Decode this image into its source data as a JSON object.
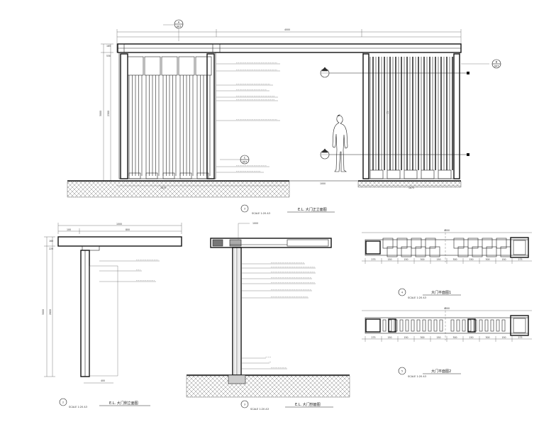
{
  "elevation": {
    "span_top": "4000",
    "markers": [
      {
        "num": "A",
        "sheet": "907"
      },
      {
        "num": "B",
        "sheet": "907"
      },
      {
        "num": "C",
        "sheet": "907"
      }
    ],
    "dims_left": [
      "185",
      "530",
      "2300",
      "3000"
    ],
    "dims_bottom": [
      "1875",
      "1000",
      "1875"
    ]
  },
  "legend": [
    {
      "num": "3",
      "title": "E.L. 大门正立面图",
      "scale": "SCALE 1:20 A3"
    },
    {
      "num": "2",
      "title": "E.L. 大门侧立面图",
      "scale": "SCALE 1:20 A3"
    },
    {
      "num": "3",
      "title": "E.L. 大门剖面图",
      "scale": "SCALE 1:20 A3"
    },
    {
      "num": "4",
      "title": "大门平面图1",
      "scale": "SCALE 1:20 A3"
    },
    {
      "num": "5",
      "title": "大门平面图2",
      "scale": "SCALE 1:20 A3"
    }
  ],
  "side": {
    "dim_top": "1000",
    "dims_top_split": [
      "100",
      "800"
    ],
    "dims_left": [
      "160",
      "220",
      "2600",
      "3000"
    ],
    "dim_bottom": "400"
  },
  "section": {
    "dim_top": "1000"
  },
  "plans": {
    "dim_total": "4000",
    "dims_sub": [
      "275",
      "150",
      "150",
      "300",
      "150",
      "300",
      "150",
      "300",
      "150",
      "275"
    ]
  }
}
